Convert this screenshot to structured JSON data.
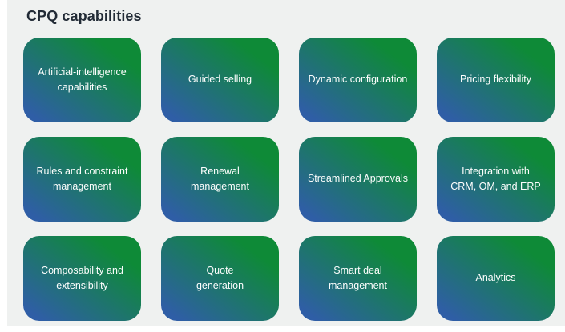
{
  "page": {
    "title": "CPQ capabilities"
  },
  "colors": {
    "page_base": "#ffffff",
    "background_panel": "#eff1f0",
    "tile_gradient_start": "#2f5ea6",
    "tile_gradient_end": "#0e8a37",
    "tile_text": "#fdfefd",
    "title_text": "#222b36"
  },
  "tiles": [
    {
      "label": "Artificial-intelligence\ncapabilities"
    },
    {
      "label": "Guided selling"
    },
    {
      "label": "Dynamic configuration"
    },
    {
      "label": "Pricing flexibility"
    },
    {
      "label": "Rules and constraint\nmanagement"
    },
    {
      "label": "Renewal\nmanagement"
    },
    {
      "label": "Streamlined Approvals"
    },
    {
      "label": "Integration with\nCRM, OM, and ERP"
    },
    {
      "label": "Composability and\nextensibility"
    },
    {
      "label": "Quote\ngeneration"
    },
    {
      "label": "Smart deal\nmanagement"
    },
    {
      "label": "Analytics"
    }
  ]
}
